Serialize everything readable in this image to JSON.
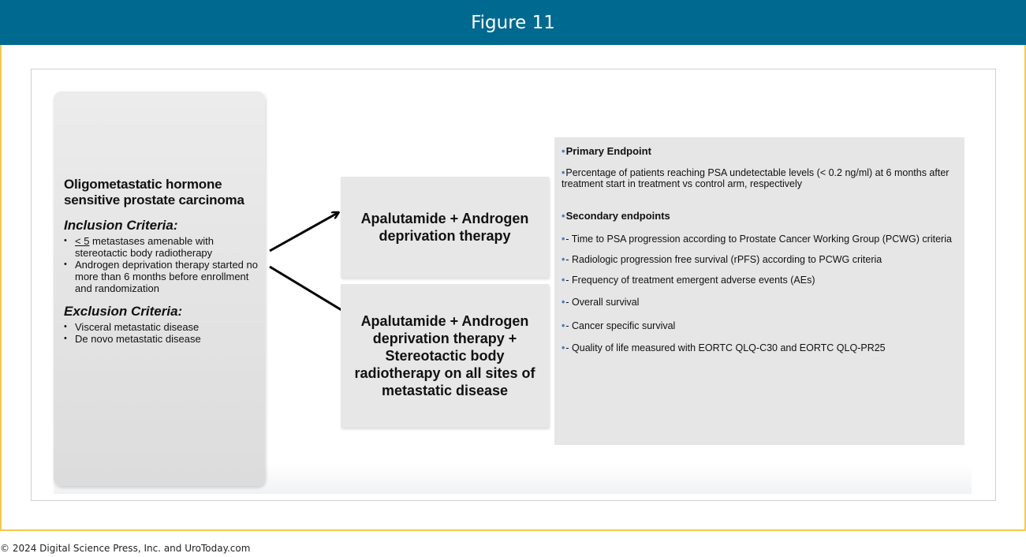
{
  "header": {
    "title": "Figure 11"
  },
  "study": {
    "condition": "Oligometastatic hormone sensitive prostate carcinoma",
    "inclusion": {
      "title": "Inclusion Criteria:",
      "item1_prefix": "< 5",
      "item1_text": " metastases amenable with stereotactic body radiotherapy",
      "item2": "Androgen deprivation therapy started no more than 6 months before enrollment and randomization"
    },
    "exclusion": {
      "title": "Exclusion Criteria:",
      "item1": "Visceral metastatic disease",
      "item2": "De novo metastatic disease"
    }
  },
  "arms": {
    "arm1": "Apalutamide + Androgen deprivation therapy",
    "arm2": "Apalutamide + Androgen deprivation therapy + Stereotactic body radiotherapy on all sites of metastatic disease"
  },
  "endpoints": {
    "primary_title": "Primary Endpoint",
    "primary_text": "Percentage of patients reaching PSA undetectable levels (< 0.2 ng/ml) at 6 months after treatment start in treatment vs control arm, respectively",
    "secondary_title": "Secondary endpoints",
    "secondary": [
      "- Time to PSA progression according to Prostate Cancer Working Group (PCWG) criteria",
      "- Radiologic progression free survival (rPFS) according to PCWG criteria",
      "- Frequency of treatment emergent adverse events (AEs)",
      "- Overall survival",
      "- Cancer specific survival",
      "- Quality of life measured with EORTC QLQ-C30 and EORTC QLQ-PR25"
    ]
  },
  "footer": {
    "copyright": "© 2024 Digital Science Press, Inc. and UroToday.com"
  }
}
